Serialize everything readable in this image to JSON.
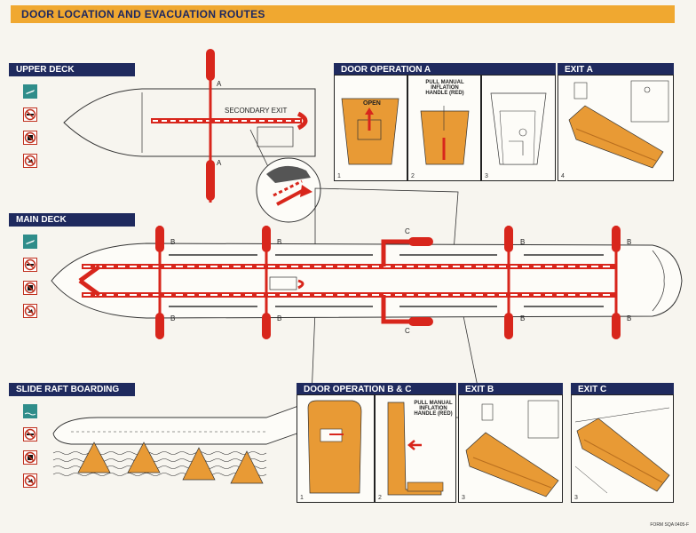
{
  "title": "DOOR LOCATION AND EVACUATION ROUTES",
  "sections": {
    "upper_deck": "UPPER DECK",
    "main_deck": "MAIN DECK",
    "slide_raft": "SLIDE RAFT BOARDING",
    "door_op_a": "DOOR OPERATION A",
    "exit_a": "EXIT A",
    "door_op_bc": "DOOR OPERATION B & C",
    "exit_b": "EXIT B",
    "exit_c": "EXIT C"
  },
  "labels": {
    "secondary_exit": "SECONDARY EXIT",
    "open": "OPEN",
    "pull_manual": "PULL MANUAL",
    "inflation_handle": "INFLATION",
    "handle_red": "HANDLE (RED)",
    "door_a": "A",
    "door_b": "B",
    "door_c": "C",
    "form": "FORM SQA 0405-F"
  },
  "step_numbers": [
    "1",
    "2",
    "3",
    "4"
  ],
  "colors": {
    "banner": "#f0a830",
    "header": "#1f2a5e",
    "route": "#d8261c",
    "slide": "#e89a35",
    "water": "#2f8d8a"
  },
  "icons": [
    "airplane-ditching-icon",
    "no-smoking-icon",
    "no-luggage-icon",
    "no-high-heels-icon"
  ]
}
